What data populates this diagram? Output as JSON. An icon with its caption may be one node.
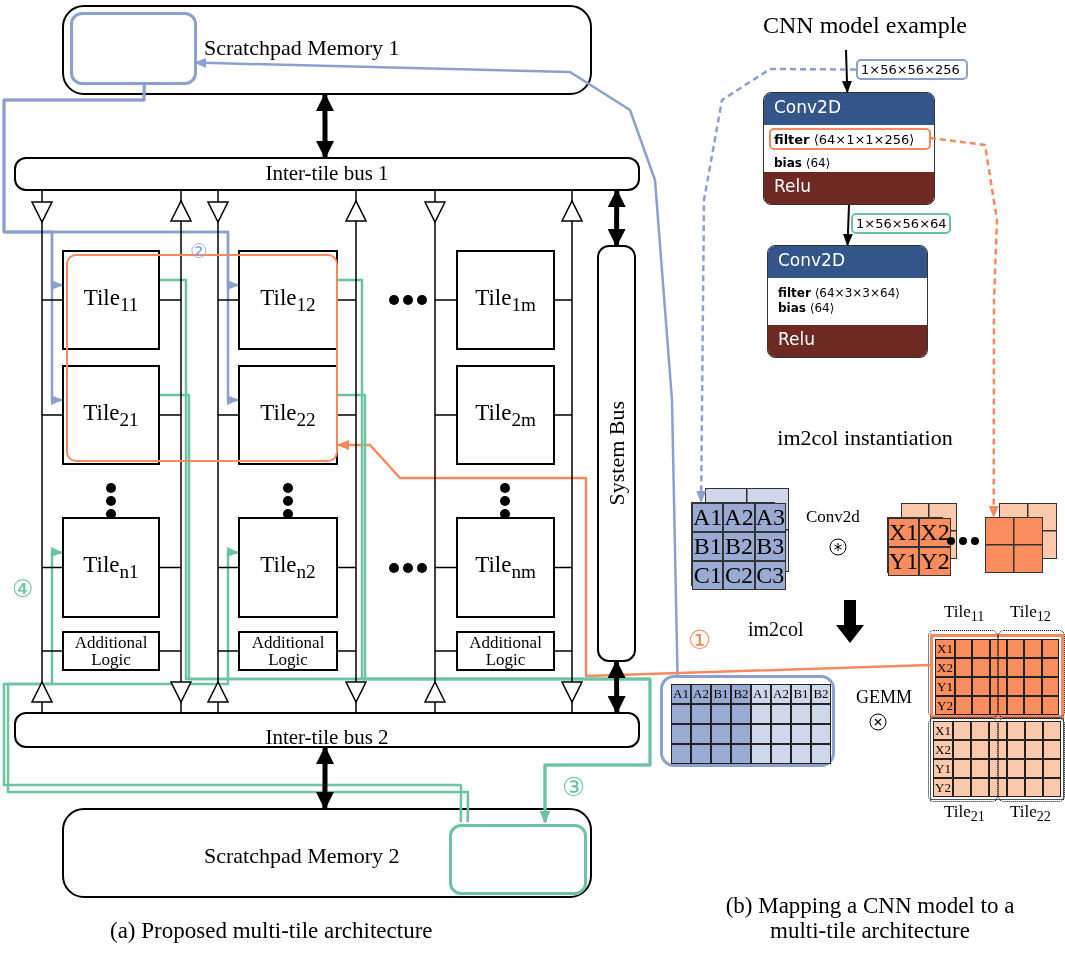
{
  "diagram": {
    "nodes": [
      {
        "text": [
          "Scratchpad Memory 1"
        ]
      },
      {
        "text": [],
        "shape": "box",
        "in": 0
      },
      {
        "text": [
          "Inter-tile bus 1"
        ]
      },
      {
        "text": [
          "Tile$_{11}$"
        ]
      },
      {
        "text": [
          "Tile$_{12}$"
        ]
      },
      {
        "text": [
          "Tile$_{1m}$"
        ]
      },
      {
        "text": [
          "Tile$_{21}$"
        ]
      },
      {
        "text": [
          "Tile$_{22}$"
        ]
      },
      {
        "text": [
          "Tile$_{2m}$"
        ]
      },
      {
        "text": [
          "Tile$_{n1}$"
        ]
      },
      {
        "text": [
          "Tile$_{n2}$"
        ]
      },
      {
        "text": [
          "Tile$_{nm}$"
        ]
      },
      {
        "text": [
          "Additional Logic"
        ]
      },
      {
        "text": [
          "Additional Logic"
        ]
      },
      {
        "text": [
          "Additional Logic"
        ]
      },
      {
        "text": [
          "System Bus"
        ]
      },
      {
        "text": [
          "Inter-tile bus 2"
        ]
      },
      {
        "text": [
          "Scratchpad Memory 2"
        ]
      },
      {
        "text": [],
        "shape": "box",
        "in": 17
      },
      {
        "text": [
          "1×56×56×256"
        ]
      },
      {
        "text": [
          "Conv2D",
          "**bias** ⟨64⟩",
          "Relu"
        ]
      },
      {
        "text": [
          "**filter** ⟨64×1×1×256⟩"
        ],
        "in": 20
      },
      {
        "text": [
          "1×56×56×64"
        ]
      },
      {
        "text": [
          "Conv2D",
          "**filter** ⟨64×3×3×64⟩",
          "**bias** ⟨64⟩",
          "Relu"
        ]
      },
      {
        "text": [
          "A1",
          "A2",
          "A3",
          "B1",
          "B2",
          "B3",
          "C1",
          "C2",
          "C3"
        ]
      },
      {
        "text": [
          "X1",
          "X2",
          "Y1",
          "Y2"
        ]
      },
      {
        "text": [],
        "shape": "box"
      },
      {
        "text": [
          "A1",
          "A2",
          "B1",
          "B2",
          "A1",
          "A2",
          "B1",
          "B2"
        ]
      },
      {
        "text": [
          "X1",
          "X2",
          "Y1",
          "Y2"
        ],
        "beside": [
          "Tile$_{11}$",
          "Tile$_{12}$"
        ]
      },
      {
        "text": [
          "X1",
          "X2",
          "Y1",
          "Y2"
        ],
        "beside": [
          "Tile$_{21}$",
          "Tile$_{22}$"
        ]
      }
    ],
    "edges": [
      {
        "from": 0,
        "to": 2,
        "arrow": "both",
        "style": "thick"
      },
      {
        "from": 1,
        "to": 3,
        "arrow": "to",
        "color": "#8c9fcf"
      },
      {
        "from": 1,
        "to": 6,
        "arrow": "to",
        "color": "#8c9fcf"
      },
      {
        "from": 1,
        "to": 4,
        "arrow": "to",
        "color": "#8c9fcf"
      },
      {
        "from": 1,
        "to": 7,
        "arrow": "to",
        "color": "#8c9fcf"
      },
      {
        "from": 27,
        "to": 1,
        "arrow": "to",
        "color": "#8c9fcf"
      },
      {
        "from": 28,
        "to": 7,
        "arrow": "to",
        "color": "#f58a5e"
      },
      {
        "from": 3,
        "to": 18,
        "arrow": "to",
        "color": "#6cc3a0"
      },
      {
        "from": 6,
        "to": 18,
        "arrow": "to",
        "color": "#6cc3a0"
      },
      {
        "from": 4,
        "to": 18,
        "arrow": "to",
        "color": "#6cc3a0"
      },
      {
        "from": 7,
        "to": 18,
        "arrow": "to",
        "color": "#6cc3a0"
      },
      {
        "from": 18,
        "to": 9,
        "arrow": "to",
        "color": "#6cc3a0"
      },
      {
        "from": 18,
        "to": 10,
        "arrow": "to",
        "color": "#6cc3a0"
      },
      {
        "from": 15,
        "to": 2,
        "arrow": "both",
        "style": "thick"
      },
      {
        "from": 15,
        "to": 16,
        "arrow": "both",
        "style": "thick"
      },
      {
        "from": 16,
        "to": 17,
        "arrow": "both",
        "style": "thick"
      },
      {
        "from": null,
        "to": 20,
        "arrow": "to"
      },
      {
        "from": 20,
        "to": 23,
        "arrow": "to"
      },
      {
        "from": 19,
        "to": 24,
        "arrow": "to",
        "style": "dashed",
        "color": "#8c9fcf"
      },
      {
        "from": 21,
        "to": 26,
        "arrow": "to",
        "style": "dashed",
        "color": "#f58a5e"
      },
      {
        "from": 2,
        "to": 16,
        "arrow": "other"
      },
      {
        "from": 2,
        "to": 16,
        "arrow": "both"
      },
      {
        "from": 2,
        "to": 16,
        "arrow": "other"
      },
      {
        "from": 2,
        "to": 16,
        "arrow": "both"
      },
      {
        "from": 2,
        "to": 16,
        "arrow": "other"
      },
      {
        "from": 2,
        "to": 16,
        "arrow": "both"
      },
      {
        "from": 3,
        "to": null,
        "arrow": "none"
      },
      {
        "from": 3,
        "to": null,
        "arrow": "none"
      },
      {
        "from": 6,
        "to": null,
        "arrow": "none"
      },
      {
        "from": 6,
        "to": null,
        "arrow": "none"
      },
      {
        "from": 9,
        "to": null,
        "arrow": "none"
      },
      {
        "from": 9,
        "to": null,
        "arrow": "none"
      },
      {
        "from": 12,
        "to": null,
        "arrow": "none"
      },
      {
        "from": 12,
        "to": null,
        "arrow": "none"
      },
      {
        "from": 4,
        "to": null,
        "arrow": "none"
      },
      {
        "from": 4,
        "to": null,
        "arrow": "none"
      },
      {
        "from": 7,
        "to": null,
        "arrow": "none"
      },
      {
        "from": 7,
        "to": null,
        "arrow": "none"
      },
      {
        "from": 10,
        "to": null,
        "arrow": "none"
      },
      {
        "from": 10,
        "to": null,
        "arrow": "none"
      },
      {
        "from": 13,
        "to": null,
        "arrow": "none"
      },
      {
        "from": 13,
        "to": null,
        "arrow": "none"
      },
      {
        "from": 5,
        "to": null,
        "arrow": "none"
      },
      {
        "from": 5,
        "to": null,
        "arrow": "none"
      },
      {
        "from": 8,
        "to": null,
        "arrow": "none"
      },
      {
        "from": 8,
        "to": null,
        "arrow": "none"
      },
      {
        "from": 11,
        "to": null,
        "arrow": "none"
      },
      {
        "from": 11,
        "to": null,
        "arrow": "none"
      },
      {
        "from": 14,
        "to": null,
        "arrow": "none"
      },
      {
        "from": 14,
        "to": null,
        "arrow": "none"
      }
    ],
    "labels": [
      "CNN model example",
      "②",
      "im2col instantiation",
      "Conv2d",
      "④",
      "im2col",
      "①",
      "GEMM",
      "③",
      "(a)  Proposed multi-tile architecture",
      "(b)  Mapping a CNN model to a multi-tile architecture"
    ]
  }
}
